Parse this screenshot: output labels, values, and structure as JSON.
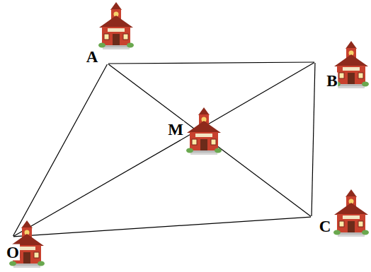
{
  "diagram": {
    "nodes": [
      {
        "text": [
          "A"
        ]
      },
      {
        "text": [
          "B"
        ]
      },
      {
        "text": [
          "M"
        ]
      },
      {
        "text": [
          "C"
        ]
      },
      {
        "text": [
          "O"
        ]
      }
    ],
    "edges": [
      {
        "from": 0,
        "to": 1,
        "arrow": "none"
      },
      {
        "from": 1,
        "to": 3,
        "arrow": "none"
      },
      {
        "from": 3,
        "to": 4,
        "arrow": "none"
      },
      {
        "from": 4,
        "to": 0,
        "arrow": "none"
      },
      {
        "from": 0,
        "to": 2,
        "arrow": "none"
      },
      {
        "from": 2,
        "to": 3,
        "arrow": "none"
      },
      {
        "from": 4,
        "to": 2,
        "arrow": "none"
      },
      {
        "from": 2,
        "to": 1,
        "arrow": "none"
      }
    ]
  }
}
